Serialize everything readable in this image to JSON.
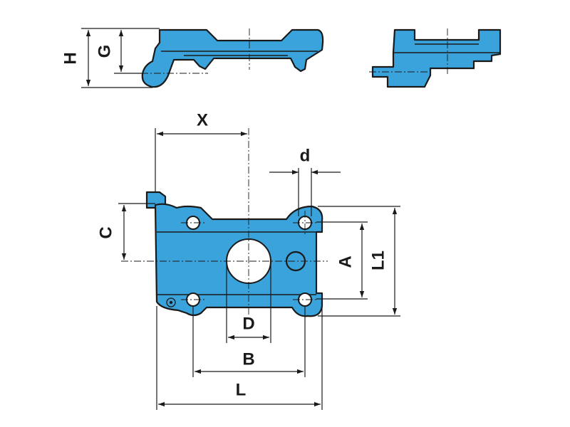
{
  "colors": {
    "part_fill": "#3aa3dc",
    "outline": "#1a1a1a",
    "background": "#ffffff"
  },
  "labels": {
    "H": "H",
    "G": "G",
    "X": "X",
    "d": "d",
    "C": "C",
    "A": "A",
    "L1": "L1",
    "D": "D",
    "B": "B",
    "L": "L"
  }
}
